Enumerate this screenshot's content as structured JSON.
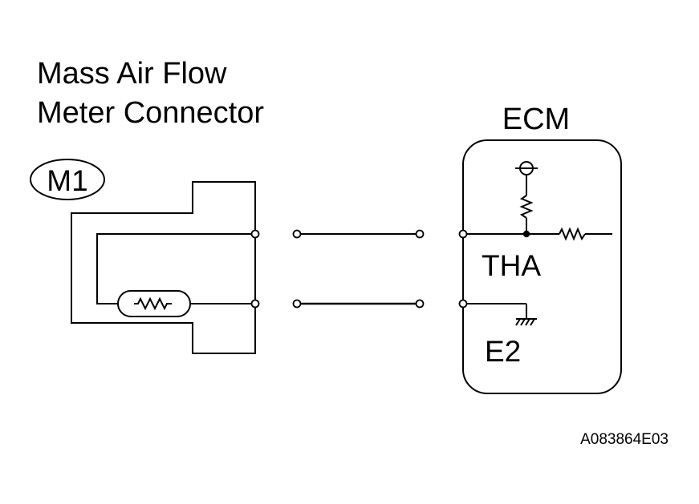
{
  "connector": {
    "title_line1": "Mass Air Flow",
    "title_line2": "Meter Connector",
    "code": "M1"
  },
  "ecm": {
    "title": "ECM",
    "tha_label": "THA",
    "e2_label": "E2"
  },
  "figure_id": "A083864E03"
}
